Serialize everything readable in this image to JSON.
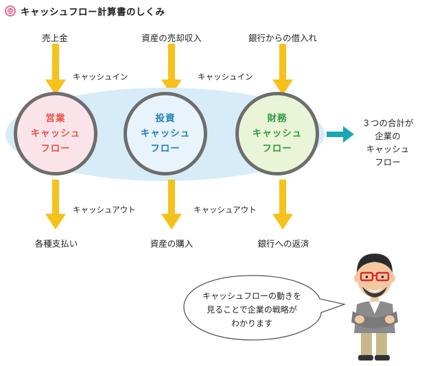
{
  "title": "キャッシュフロー計算書のしくみ",
  "top_sources": [
    {
      "label": "売上金"
    },
    {
      "label": "資産の売却収入"
    },
    {
      "label": "銀行からの借入れ"
    }
  ],
  "cash_in_labels": [
    "キャッシュイン",
    "キャッシュイン"
  ],
  "circles": [
    {
      "line1": "営業",
      "line2": "キャッシュ",
      "line3": "フロー",
      "color": "#e8523e"
    },
    {
      "line1": "投資",
      "line2": "キャッシュ",
      "line3": "フロー",
      "color": "#1b7fc0"
    },
    {
      "line1": "財務",
      "line2": "キャッシュ",
      "line3": "フロー",
      "color": "#2f9a41"
    }
  ],
  "total": {
    "line1": "３つの合計が",
    "line2": "企業の",
    "line3": "キャッシュ",
    "line4": "フロー"
  },
  "cash_out_labels": [
    "キャッシュアウト",
    "キャッシュアウト"
  ],
  "bottom_uses": [
    {
      "label": "各種支払い"
    },
    {
      "label": "資産の購入"
    },
    {
      "label": "銀行への返済"
    }
  ],
  "speech": {
    "line1": "キャッシュフローの動きを",
    "line2": "見ることで企業の戦略が",
    "line3": "わかります"
  },
  "colors": {
    "arrow": "#f6c11b",
    "total_arrow": "#19a6b5",
    "ellipse": "#d7ecf8"
  }
}
